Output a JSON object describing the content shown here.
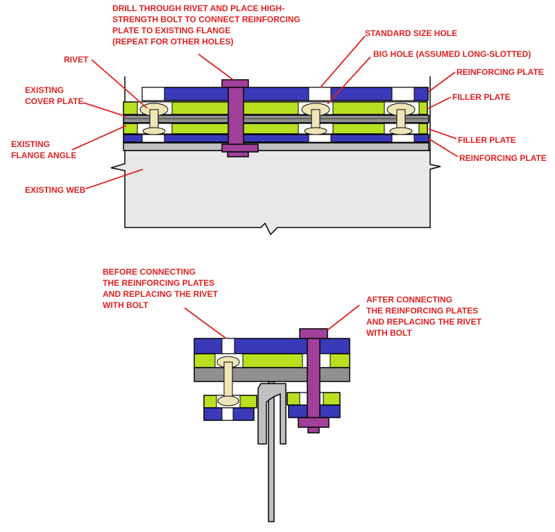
{
  "labels": {
    "drill": "DRILL THROUGH RIVET AND PLACE HIGH-\nSTRENGTH BOLT TO CONNECT REINFORCING\nPLATE TO EXISTING FLANGE\n(REPEAT FOR OTHER HOLES)",
    "standard_hole": "STANDARD SIZE HOLE",
    "big_hole": "BIG HOLE (ASSUMED LONG-SLOTTED)",
    "rivet": "RIVET",
    "reinforcing_plate_top": "REINFORCING PLATE",
    "existing_cover_plate": "EXISTING\nCOVER PLATE",
    "filler_plate_top": "FILLER PLATE",
    "filler_plate_bottom": "FILLER PLATE",
    "existing_flange_angle": "EXISTING\nFLANGE ANGLE",
    "reinforcing_plate_bottom": "REINFORCING PLATE",
    "existing_web": "EXISTING WEB",
    "before": "BEFORE CONNECTING\nTHE REINFORCING PLATES\nAND REPLACING THE RIVET\nWITH BOLT",
    "after": "AFTER CONNECTING\nTHE REINFORCING PLATES\nAND REPLACING THE RIVET\nWITH BOLT"
  },
  "colors": {
    "reinforcing_plate": "#3a3ab8",
    "filler_plate": "#b8e020",
    "cover_plate": "#909090",
    "flange_angle": "#c0c0c0",
    "web": "#e8e8e8",
    "bolt": "#a0409a",
    "rivet": "#efe6b8",
    "annotation": "#e02020"
  }
}
